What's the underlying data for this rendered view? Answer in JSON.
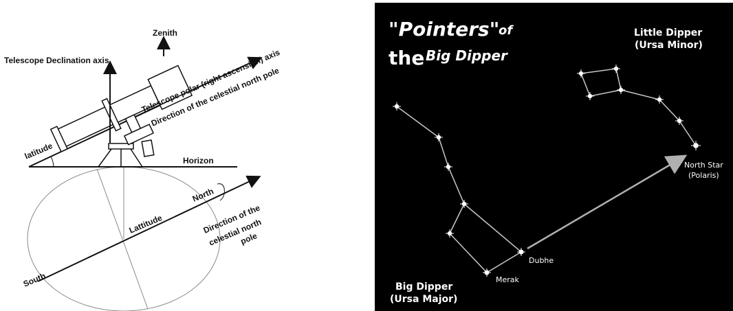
{
  "telescope_diagram": {
    "labels": {
      "zenith": "Zenith",
      "declination_axis": "Telescope Declination axis",
      "polar_axis": "Telescope polar (right ascension) axis",
      "direction_pole_top": "Direction of the celestial north pole",
      "latitude": "latitude",
      "horizon": "Horizon",
      "north": "North",
      "lattitude": "Lattitude",
      "south": "South",
      "direction_pole_bottom_1": "Direction of the",
      "direction_pole_bottom_2": "celestial north",
      "direction_pole_bottom_3": "pole"
    },
    "colors": {
      "line": "#111111",
      "telescope_fill": "#ffffff",
      "globe_stroke": "#888888"
    }
  },
  "star_chart": {
    "title_line1": "\"Pointers\"",
    "title_of": "of",
    "title_line2_the": "the",
    "title_line2_rest": "Big Dipper",
    "little_dipper": "Little Dipper",
    "ursa_minor": "(Ursa Minor)",
    "north_star": "North Star",
    "polaris": "(Polaris)",
    "dubhe": "Dubhe",
    "merak": "Merak",
    "big_dipper": "Big Dipper",
    "ursa_major": "(Ursa Major)",
    "colors": {
      "background": "#000000",
      "star": "#ffffff",
      "line": "#c8c8c8",
      "arrow": "#b0b0b0"
    }
  }
}
